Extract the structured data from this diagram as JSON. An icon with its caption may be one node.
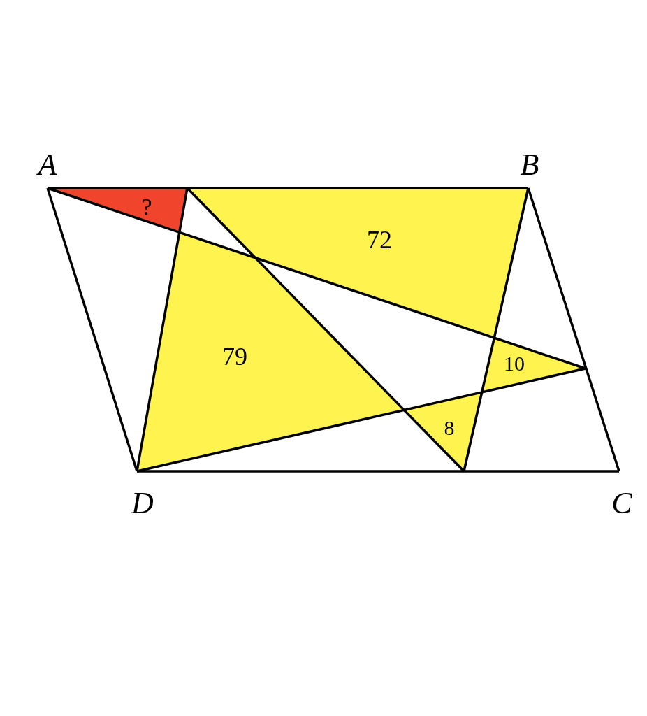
{
  "diagram": {
    "labels": [
      "A",
      "B",
      "?",
      "72",
      "79",
      "10",
      "8",
      "D",
      "C"
    ]
  }
}
